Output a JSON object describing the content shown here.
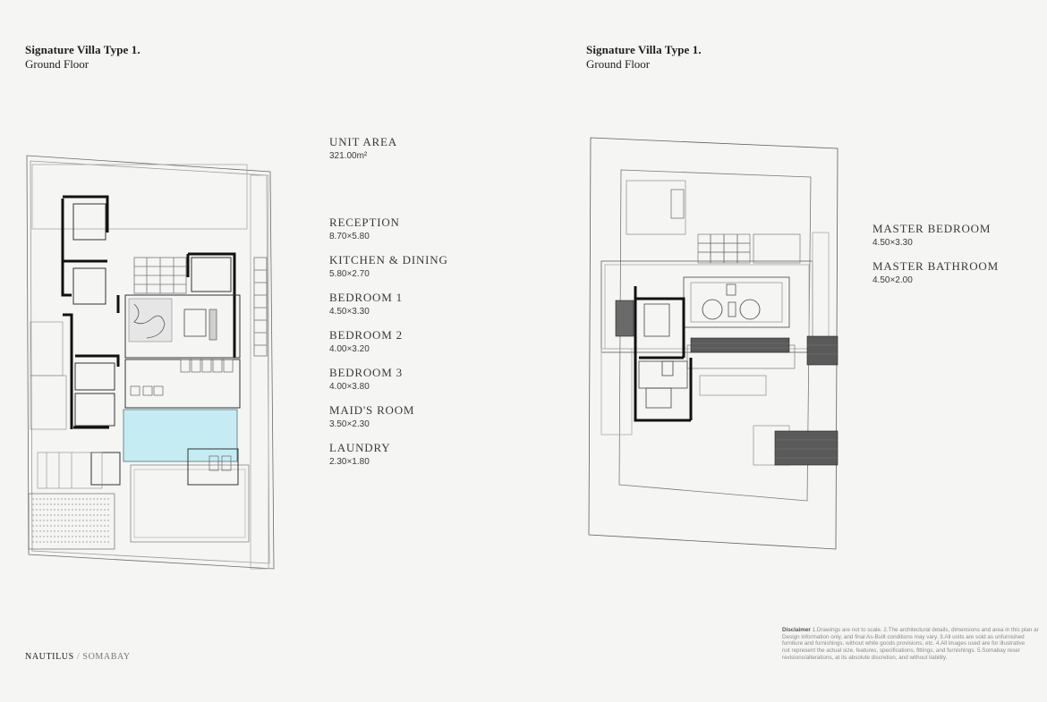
{
  "left_panel": {
    "title": "Signature Villa Type 1.",
    "subtitle": "Ground Floor"
  },
  "right_panel": {
    "title": "Signature Villa Type 1.",
    "subtitle": "Ground Floor"
  },
  "unit_area": {
    "label": "UNIT AREA",
    "value": "321.00m²"
  },
  "rooms_ground": [
    {
      "label": "RECEPTION",
      "value": "8.70×5.80"
    },
    {
      "label": "KITCHEN & DINING",
      "value": "5.80×2.70"
    },
    {
      "label": "BEDROOM 1",
      "value": "4.50×3.30"
    },
    {
      "label": "BEDROOM 2",
      "value": "4.00×3.20"
    },
    {
      "label": "BEDROOM 3",
      "value": "4.00×3.80"
    },
    {
      "label": "MAID'S ROOM",
      "value": "3.50×2.30"
    },
    {
      "label": "LAUNDRY",
      "value": "2.30×1.80"
    }
  ],
  "rooms_upper": [
    {
      "label": "MASTER BEDROOM",
      "value": "4.50×3.30"
    },
    {
      "label": "MASTER BATHROOM",
      "value": "4.50×2.00"
    }
  ],
  "footer": {
    "brand_primary": "NAUTILUS",
    "separator": "/",
    "brand_secondary": "SOMABAY",
    "disclaimer_label": "Disclaimer",
    "disclaimer_lines": [
      "1.Drawings are not to scale. 2.The architectural details, dimensions and area in this plan ar",
      "Design information only, and final As-Built conditions may vary. 3.All units are sold as unfurnished",
      "furniture and furnishings, without white goods provisions, etc. 4.All images used are for illustrative",
      "not represent the actual size, features, specifications, fittings, and furnishings. 5.Somabay reser",
      "revisions/alterations, at its absolute discretion, and without liability."
    ]
  },
  "colors": {
    "pool": "#c6ecf3",
    "wall": "#111111",
    "line": "#555555",
    "background": "#f5f5f4"
  }
}
